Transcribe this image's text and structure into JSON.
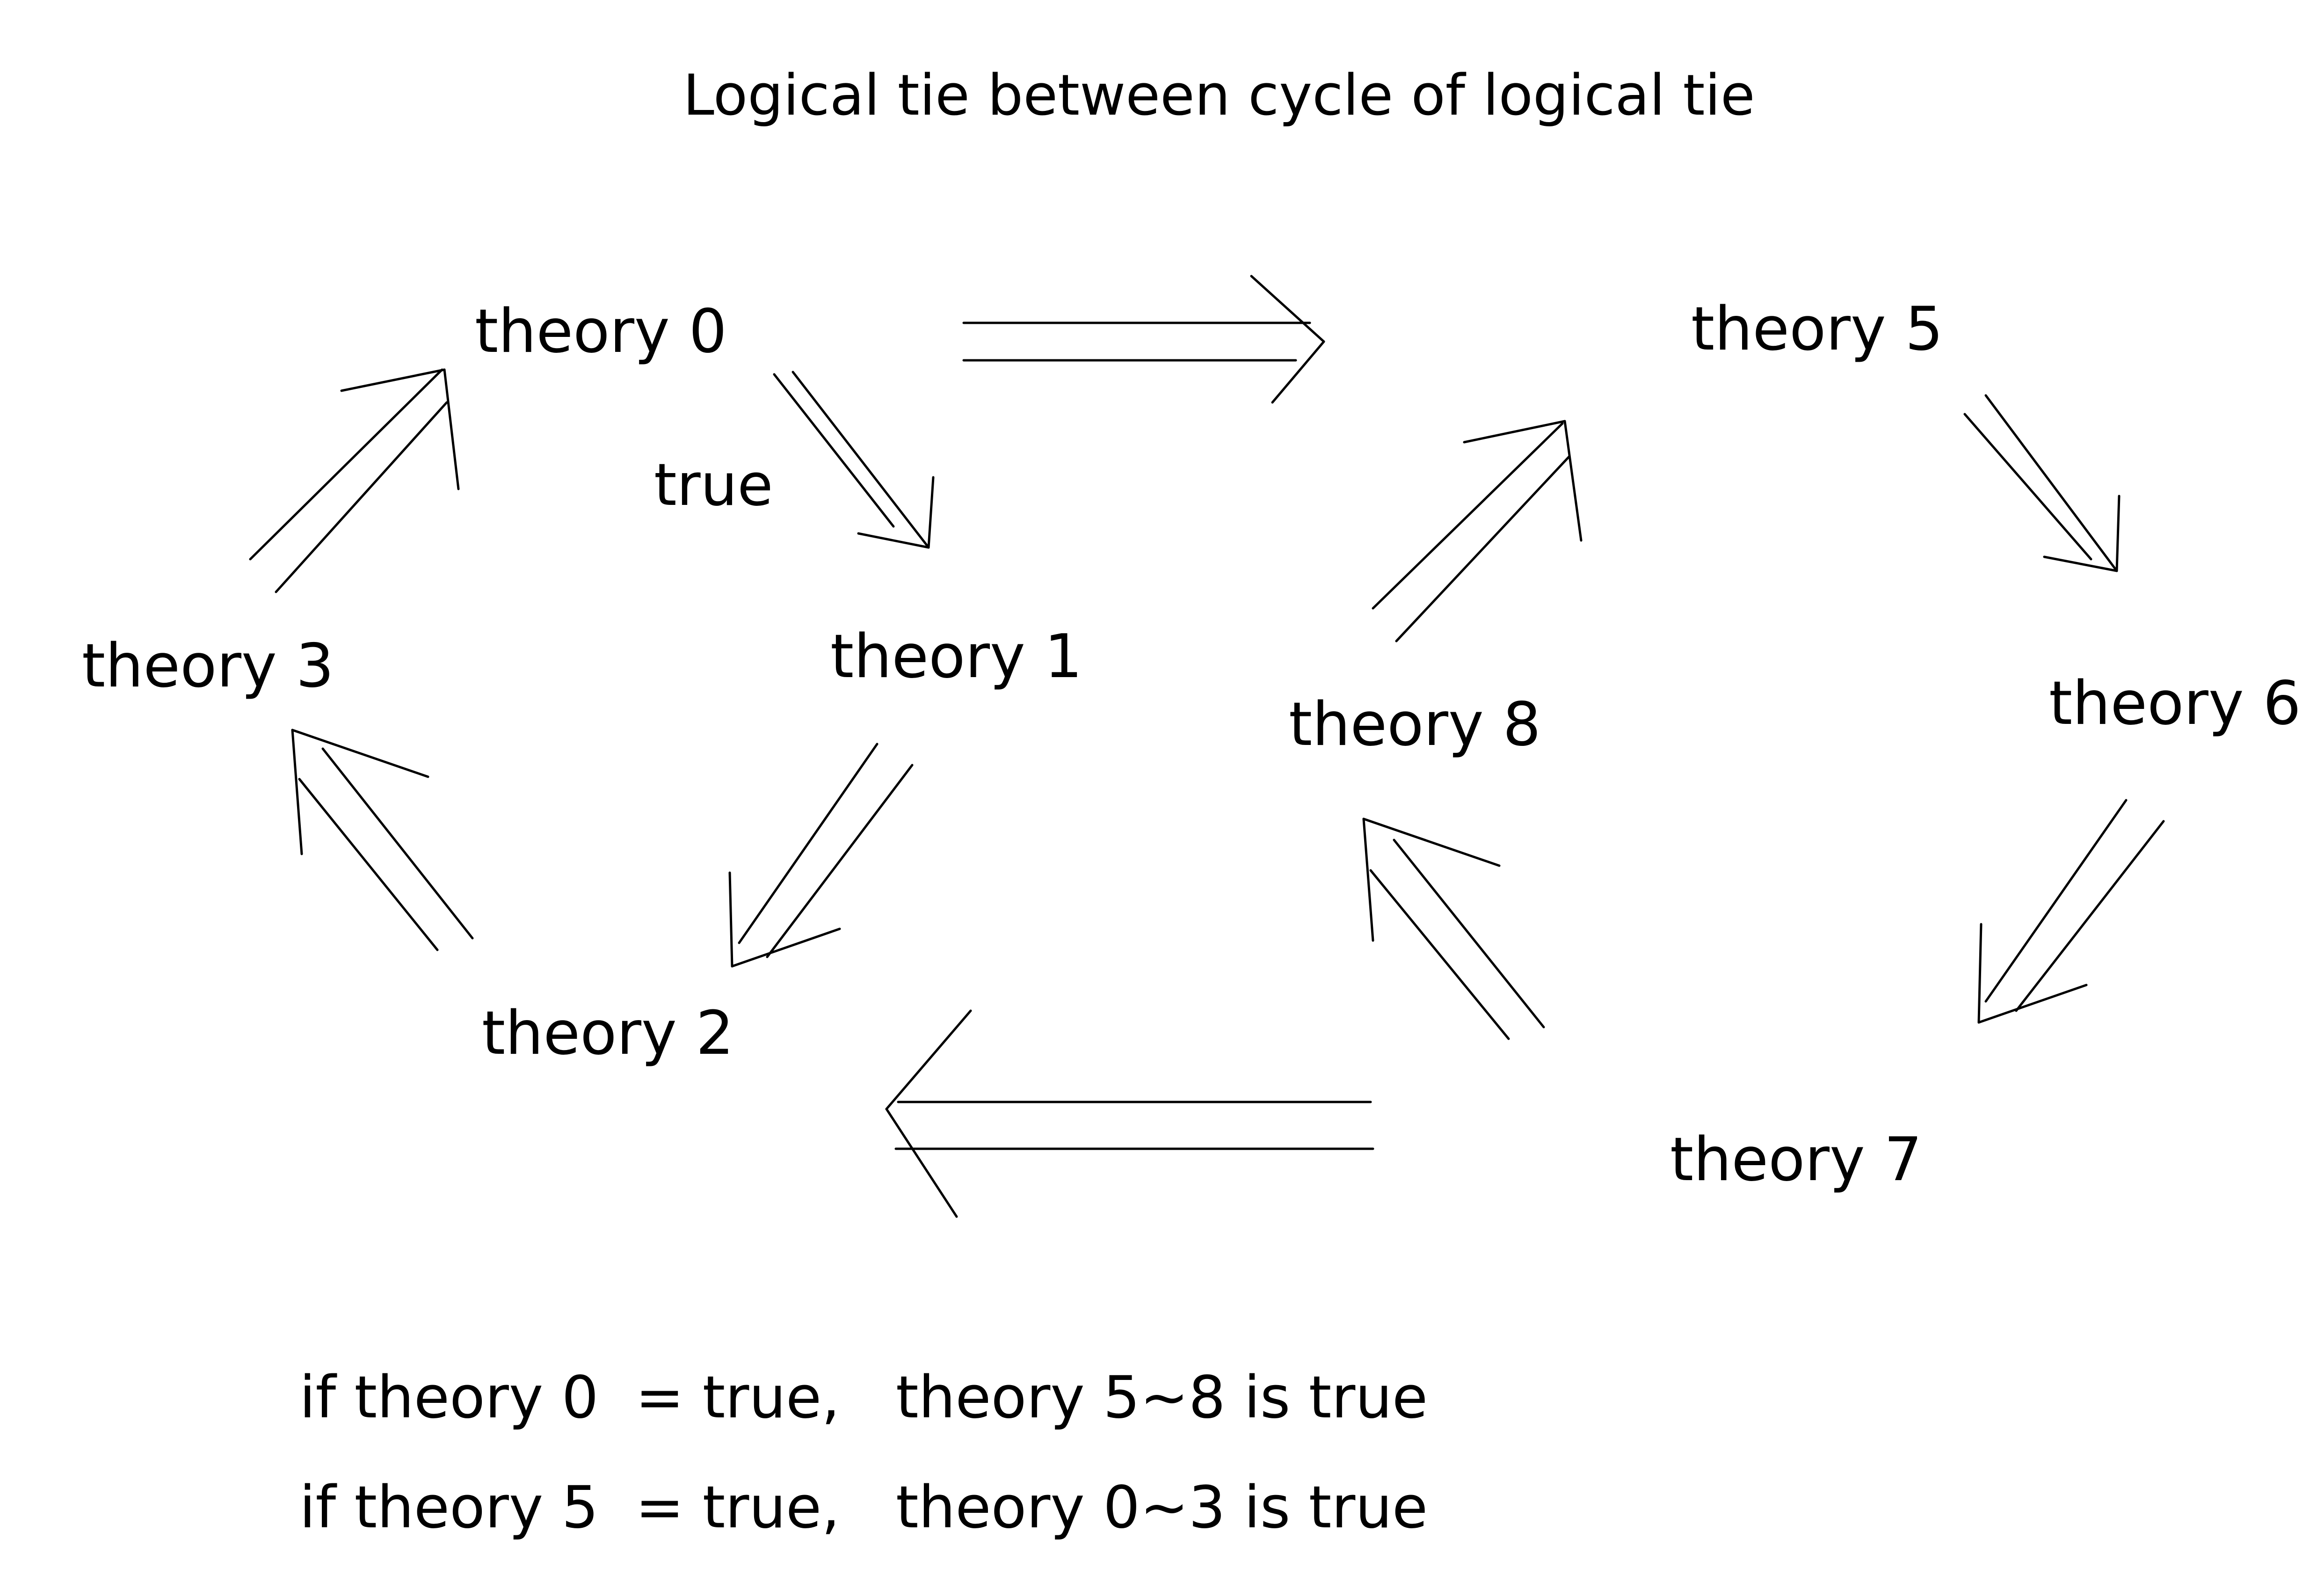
{
  "title": "Logical tie between cycle of logical tie",
  "nodes": {
    "t0": "theory 0",
    "t1": "theory 1",
    "t2": "theory 2",
    "t3": "theory 3",
    "t5": "theory 5",
    "t6": "theory 6",
    "t7": "theory 7",
    "t8": "theory 8"
  },
  "edge_label": "true",
  "notes": [
    {
      "cond": "if theory 0  = true,",
      "result": "theory 5~8 is true"
    },
    {
      "cond": "if theory 5  = true,",
      "result": "theory 0~3 is true"
    }
  ],
  "edges": [
    {
      "from": "theory 0",
      "to": "theory 1"
    },
    {
      "from": "theory 1",
      "to": "theory 2"
    },
    {
      "from": "theory 2",
      "to": "theory 3"
    },
    {
      "from": "theory 3",
      "to": "theory 0"
    },
    {
      "from": "theory 5",
      "to": "theory 6"
    },
    {
      "from": "theory 6",
      "to": "theory 7"
    },
    {
      "from": "theory 7",
      "to": "theory 8"
    },
    {
      "from": "theory 8",
      "to": "theory 5"
    },
    {
      "from": "theory 0",
      "to": "theory 5"
    },
    {
      "from": "theory 7",
      "to": "theory 2"
    }
  ]
}
